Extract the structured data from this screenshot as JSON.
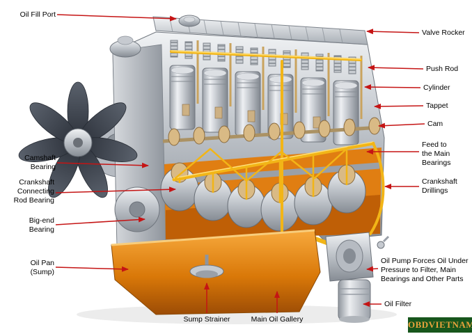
{
  "labels": {
    "oil_fill_port": "Oil Fill Port",
    "valve_rocker": "Valve Rocker",
    "push_rod": "Push Rod",
    "cylinder": "Cylinder",
    "tappet": "Tappet",
    "cam": "Cam",
    "feed_main_bearings": "Feed to the Main Bearings",
    "crankshaft_drillings": "Crankshaft Drillings",
    "camshaft_bearing": "Camshaft Bearing",
    "crankshaft_connecting_rod_bearing": "Crankshaft Connecting Rod Bearing",
    "big_end_bearing": "Big-end Bearing",
    "oil_pan_sump": "Oil Pan (Sump)",
    "sump_strainer": "Sump Strainer",
    "main_oil_gallery": "Main Oil Gallery",
    "oil_pump": "Oil Pump Forces Oil Under Pressure to Filter, Main Bearings and Other Parts",
    "oil_filter": "Oil Filter"
  },
  "watermark": "OBDVIETNAM",
  "colors": {
    "arrow": "#c51414",
    "oil": "#e07e12",
    "oil_line": "#f2b517",
    "watermark_bg": "#17561c",
    "watermark_text": "#e8a23c"
  }
}
